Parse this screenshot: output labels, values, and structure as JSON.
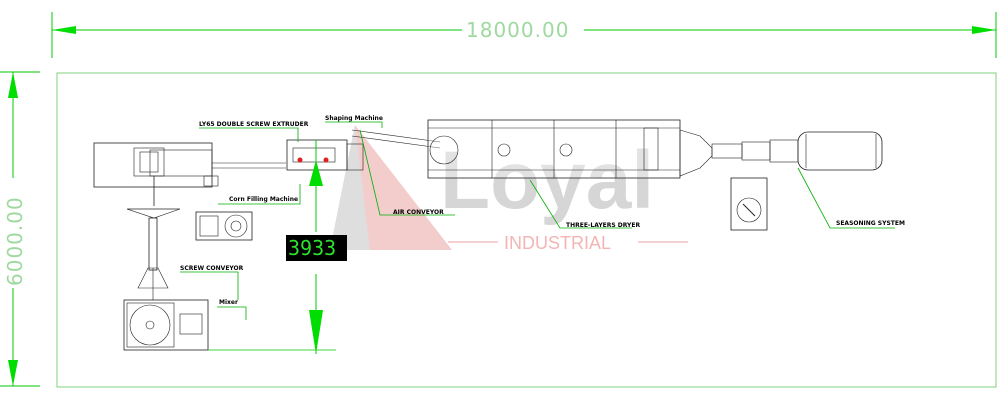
{
  "dimensions": {
    "width_label": "18000.00",
    "height_label": "6000.00"
  },
  "counter": "3933",
  "watermark": {
    "brand": "Loyal",
    "sub": "INDUSTRIAL"
  },
  "labels": {
    "extruder": "LY65 DOUBLE SCREW EXTRUDER",
    "shaping": "Shaping Machine",
    "corn_filling": "Corn Filling Machine",
    "air_conveyor": "AIR CONVEYOR",
    "dryer": "THREE-LAYERS DRYER",
    "seasoning": "SEASONING SYSTEM",
    "screw_conveyor": "SCREW CONVEYOR",
    "mixer": "Mixer"
  },
  "colors": {
    "dimension": "#00c800",
    "frame": "#7fd07f",
    "arrow": "#00dd00",
    "watermark_red": "#e8a9a9",
    "watermark_gray": "#bdbdbd"
  }
}
